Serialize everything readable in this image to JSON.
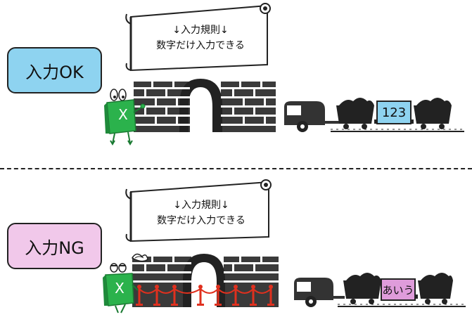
{
  "ok_panel": {
    "bubble": "入力OK",
    "rule_title": "↓入力規則↓",
    "rule_text": "数字だけ入力できる",
    "mascot_label": "X",
    "cargo_value": "123"
  },
  "ng_panel": {
    "bubble": "入力NG",
    "rule_title": "↓入力規則↓",
    "rule_text": "数字だけ入力できる",
    "mascot_label": "X",
    "cargo_value": "あいう"
  },
  "colors": {
    "ok_bubble": "#8ed3f0",
    "ng_bubble": "#f1c8ea",
    "mascot_green": "#2bb24c",
    "wall": "#3a3a3a",
    "barrier_red": "#e0301e"
  }
}
